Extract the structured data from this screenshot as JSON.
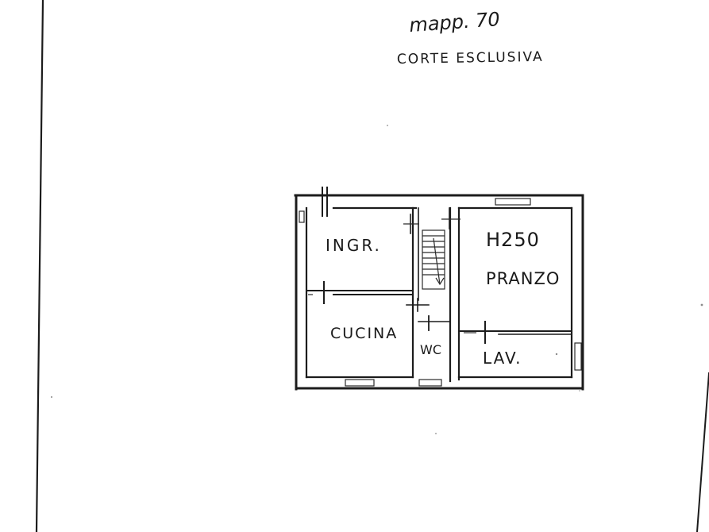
{
  "header": {
    "parcel": "mapp. 70",
    "court": "CORTE ESCLUSIVA"
  },
  "rooms": {
    "entrance": "INGR.",
    "kitchen": "CUCINA",
    "wc": "WC",
    "height": "H250",
    "dining": "PRANZO",
    "laundry": "LAV."
  },
  "colors": {
    "ink": "#1c1c1c",
    "paper": "#ffffff"
  }
}
